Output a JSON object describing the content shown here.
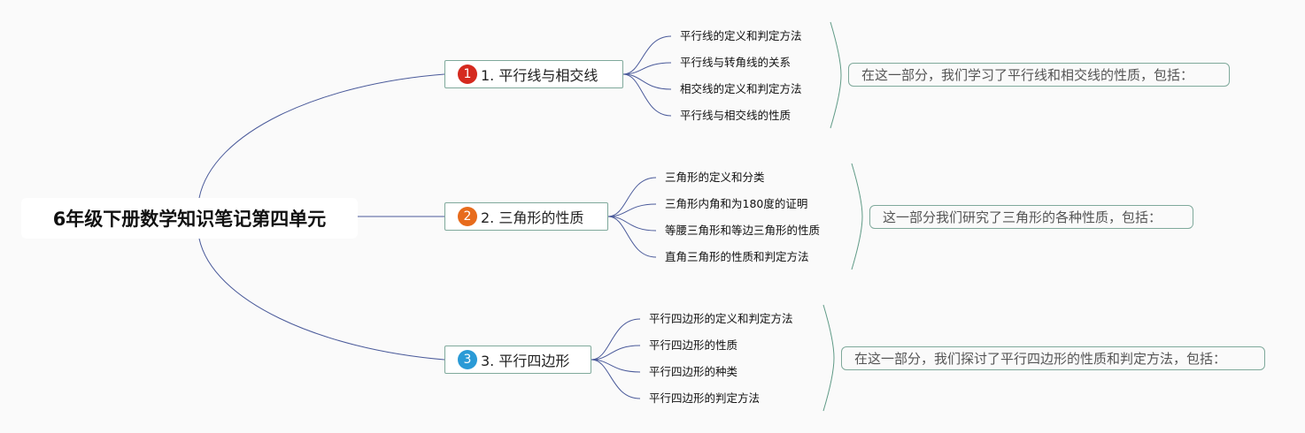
{
  "root": {
    "title": "6年级下册数学知识笔记第四单元"
  },
  "branches": [
    {
      "number": "1",
      "label": "1. 平行线与相交线",
      "badge_color": "#d52a1f",
      "children": [
        "平行线的定义和判定方法",
        "平行线与转角线的关系",
        "相交线的定义和判定方法",
        "平行线与相交线的性质"
      ],
      "summary": "在这一部分，我们学习了平行线和相交线的性质，包括："
    },
    {
      "number": "2",
      "label": "2. 三角形的性质",
      "badge_color": "#e76b1c",
      "children": [
        "三角形的定义和分类",
        "三角形内角和为180度的证明",
        "等腰三角形和等边三角形的性质",
        "直角三角形的性质和判定方法"
      ],
      "summary": "这一部分我们研究了三角形的各种性质，包括："
    },
    {
      "number": "3",
      "label": "3. 平行四边形",
      "badge_color": "#2a9ad6",
      "children": [
        "平行四边形的定义和判定方法",
        "平行四边形的性质",
        "平行四边形的种类",
        "平行四边形的判定方法"
      ],
      "summary": "在这一部分，我们探讨了平行四边形的性质和判定方法，包括："
    }
  ],
  "colors": {
    "connector": "#4a5a9a",
    "summary_brace": "#5f9a86"
  }
}
